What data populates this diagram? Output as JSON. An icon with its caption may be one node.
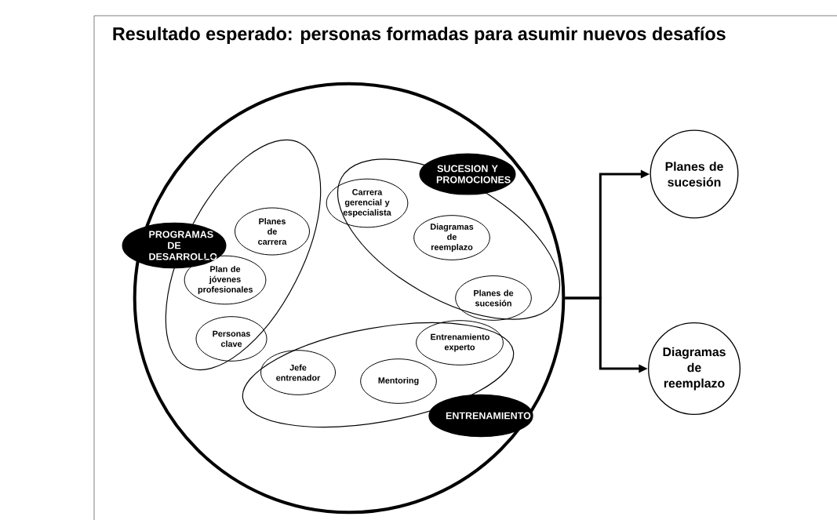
{
  "diagram": {
    "title": "Resultado esperado: personas formadas para asumir nuevos desafíos",
    "nodes": [
      {
        "text": [],
        "shape": "circle"
      },
      {
        "text": [],
        "shape": "ellipse",
        "in": 0
      },
      {
        "text": [
          "PROGRAMAS DE DESARROLLO"
        ],
        "in": 0
      },
      {
        "text": [
          "Planes de carrera"
        ],
        "in": 1
      },
      {
        "text": [
          "Plan de jóvenes profesionales"
        ],
        "in": 1
      },
      {
        "text": [
          "Personas clave"
        ],
        "in": 1
      },
      {
        "text": [],
        "shape": "ellipse",
        "in": 0
      },
      {
        "text": [
          "SUCESION Y PROMOCIONES"
        ],
        "in": 0
      },
      {
        "text": [
          "Carrera gerencial y especialista"
        ],
        "in": 6
      },
      {
        "text": [
          "Diagramas de reemplazo"
        ],
        "in": 6
      },
      {
        "text": [
          "Planes de sucesión"
        ],
        "in": 6
      },
      {
        "text": [],
        "shape": "ellipse",
        "in": 0
      },
      {
        "text": [
          "Jefe entrenador"
        ],
        "in": 11
      },
      {
        "text": [
          "Mentoring"
        ],
        "in": 11
      },
      {
        "text": [
          "Entrenamiento experto"
        ],
        "in": 11
      },
      {
        "text": [
          "ENTRENAMIENTO"
        ],
        "in": 0
      },
      {
        "text": [
          "Planes de sucesión"
        ]
      },
      {
        "text": [
          "Diagramas de reemplazo"
        ]
      }
    ],
    "edges": [
      {
        "from": 0,
        "to": 16,
        "arrow": "to"
      },
      {
        "from": 0,
        "to": 17,
        "arrow": "to"
      }
    ]
  }
}
